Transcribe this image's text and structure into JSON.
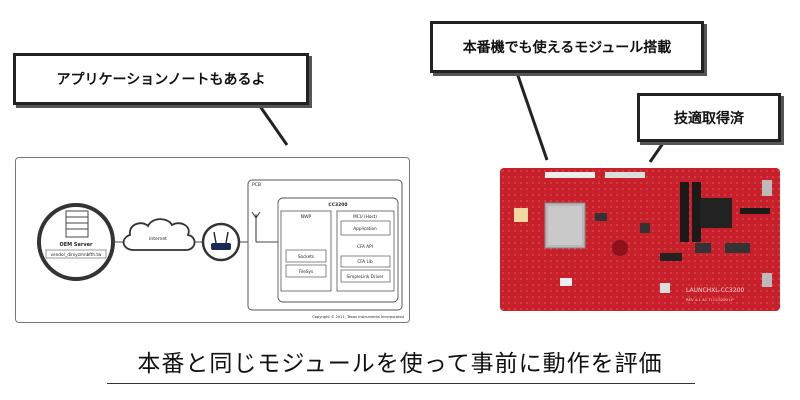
{
  "callouts": {
    "app_note": "アプリケーションノートもあるよ",
    "production_module": "本番機でも使えるモジュール搭載",
    "certified": "技適取得済"
  },
  "diagram": {
    "server_title": "OEM Server",
    "server_url": "vendor_dirxyzmnbfth.tw",
    "internet_label": "Internet",
    "pcb_label": "PCB",
    "chip_label": "CC3200",
    "nwp_label": "NWP",
    "sockets_label": "Sockets",
    "filesys_label": "FileSys",
    "mcu_label": "MCU (Host)",
    "application_label": "Application",
    "cfa_api_label": "CFA API",
    "cfa_label": "CFA Lib",
    "driver_label": "SimpleLink Driver",
    "copyright": "Copyright © 2011, Texas Instruments Incorporated"
  },
  "board": {
    "silkscreen_title": "LAUNCHXL-CC3200",
    "silkscreen_sub": "REV 4.1 A1  TI CC3200 LP"
  },
  "caption": "本番と同じモジュールを使って事前に動作を評価",
  "colors": {
    "board_red": "#c8202a",
    "board_dark": "#8e1018",
    "callout_border": "#222222"
  }
}
